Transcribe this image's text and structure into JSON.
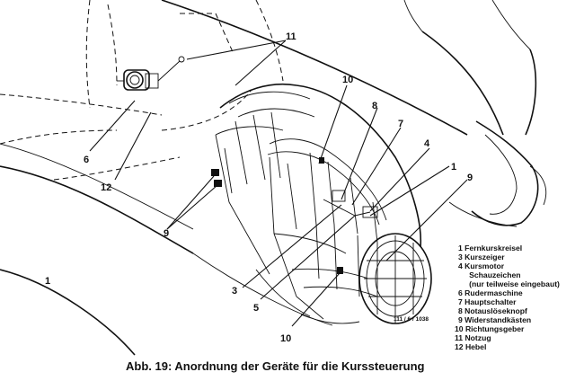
{
  "caption": "Abb. 19: Anordnung der Geräte für die Kurssteuerung",
  "reference_code": "111 / 6 / 1038",
  "callouts": {
    "c11": "11",
    "c10_top": "10",
    "c8": "8",
    "c7": "7",
    "c4": "4",
    "c1_right": "1",
    "c9_right": "9",
    "c6": "6",
    "c12": "12",
    "c9_left": "9",
    "c1_left": "1",
    "c3": "3",
    "c5": "5",
    "c10_bottom": "10"
  },
  "legend": [
    "1 Fernkurskreisel",
    "3 Kurszeiger",
    "4 Kursmotor",
    "   Schauzeichen",
    "   (nur teilweise eingebaut)",
    "6 Rudermaschine",
    "7 Hauptschalter",
    "8 Notauslöseknopf",
    "9 Widerstandkästen",
    "10 Richtungsgeber",
    "11 Notzug",
    "12 Hebel"
  ]
}
